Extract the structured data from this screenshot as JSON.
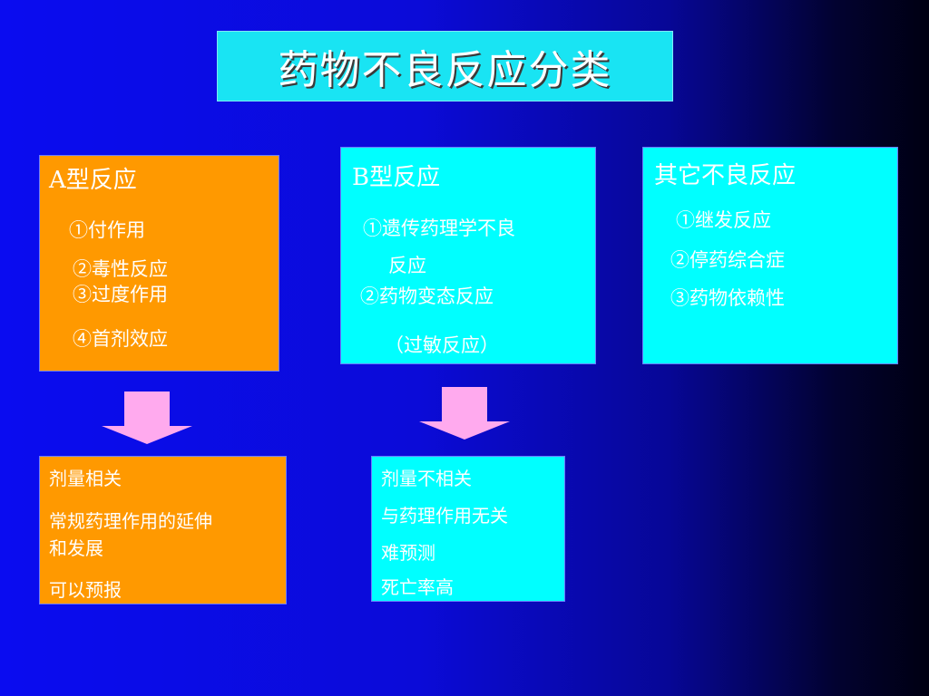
{
  "title": "药物不良反应分类",
  "colors": {
    "title_bg": "#19e4f3",
    "orange": "#ff9900",
    "cyan": "#00ffff",
    "arrow": "#ffaaee"
  },
  "type_a": {
    "heading": "A型反应",
    "items": [
      "①付作用",
      "②毒性反应",
      "③过度作用",
      "④首剂效应"
    ]
  },
  "type_b": {
    "heading": "B型反应",
    "item1_line1": "①遗传药理学不良",
    "item1_line2": "反应",
    "item2": "②药物变态反应",
    "item2_note": "（过敏反应）"
  },
  "other": {
    "heading": "其它不良反应",
    "items": [
      "①继发反应",
      "②停药综合症",
      "③药物依赖性"
    ]
  },
  "summary_a": {
    "line1": "剂量相关",
    "line2": "常规药理作用的延伸",
    "line3": "和发展",
    "line4": "可以预报"
  },
  "summary_b": {
    "line1": "剂量不相关",
    "line2": "与药理作用无关",
    "line3": "难预测",
    "line4": "死亡率高"
  },
  "icons": [
    "down-arrow-icon",
    "down-arrow-icon"
  ]
}
